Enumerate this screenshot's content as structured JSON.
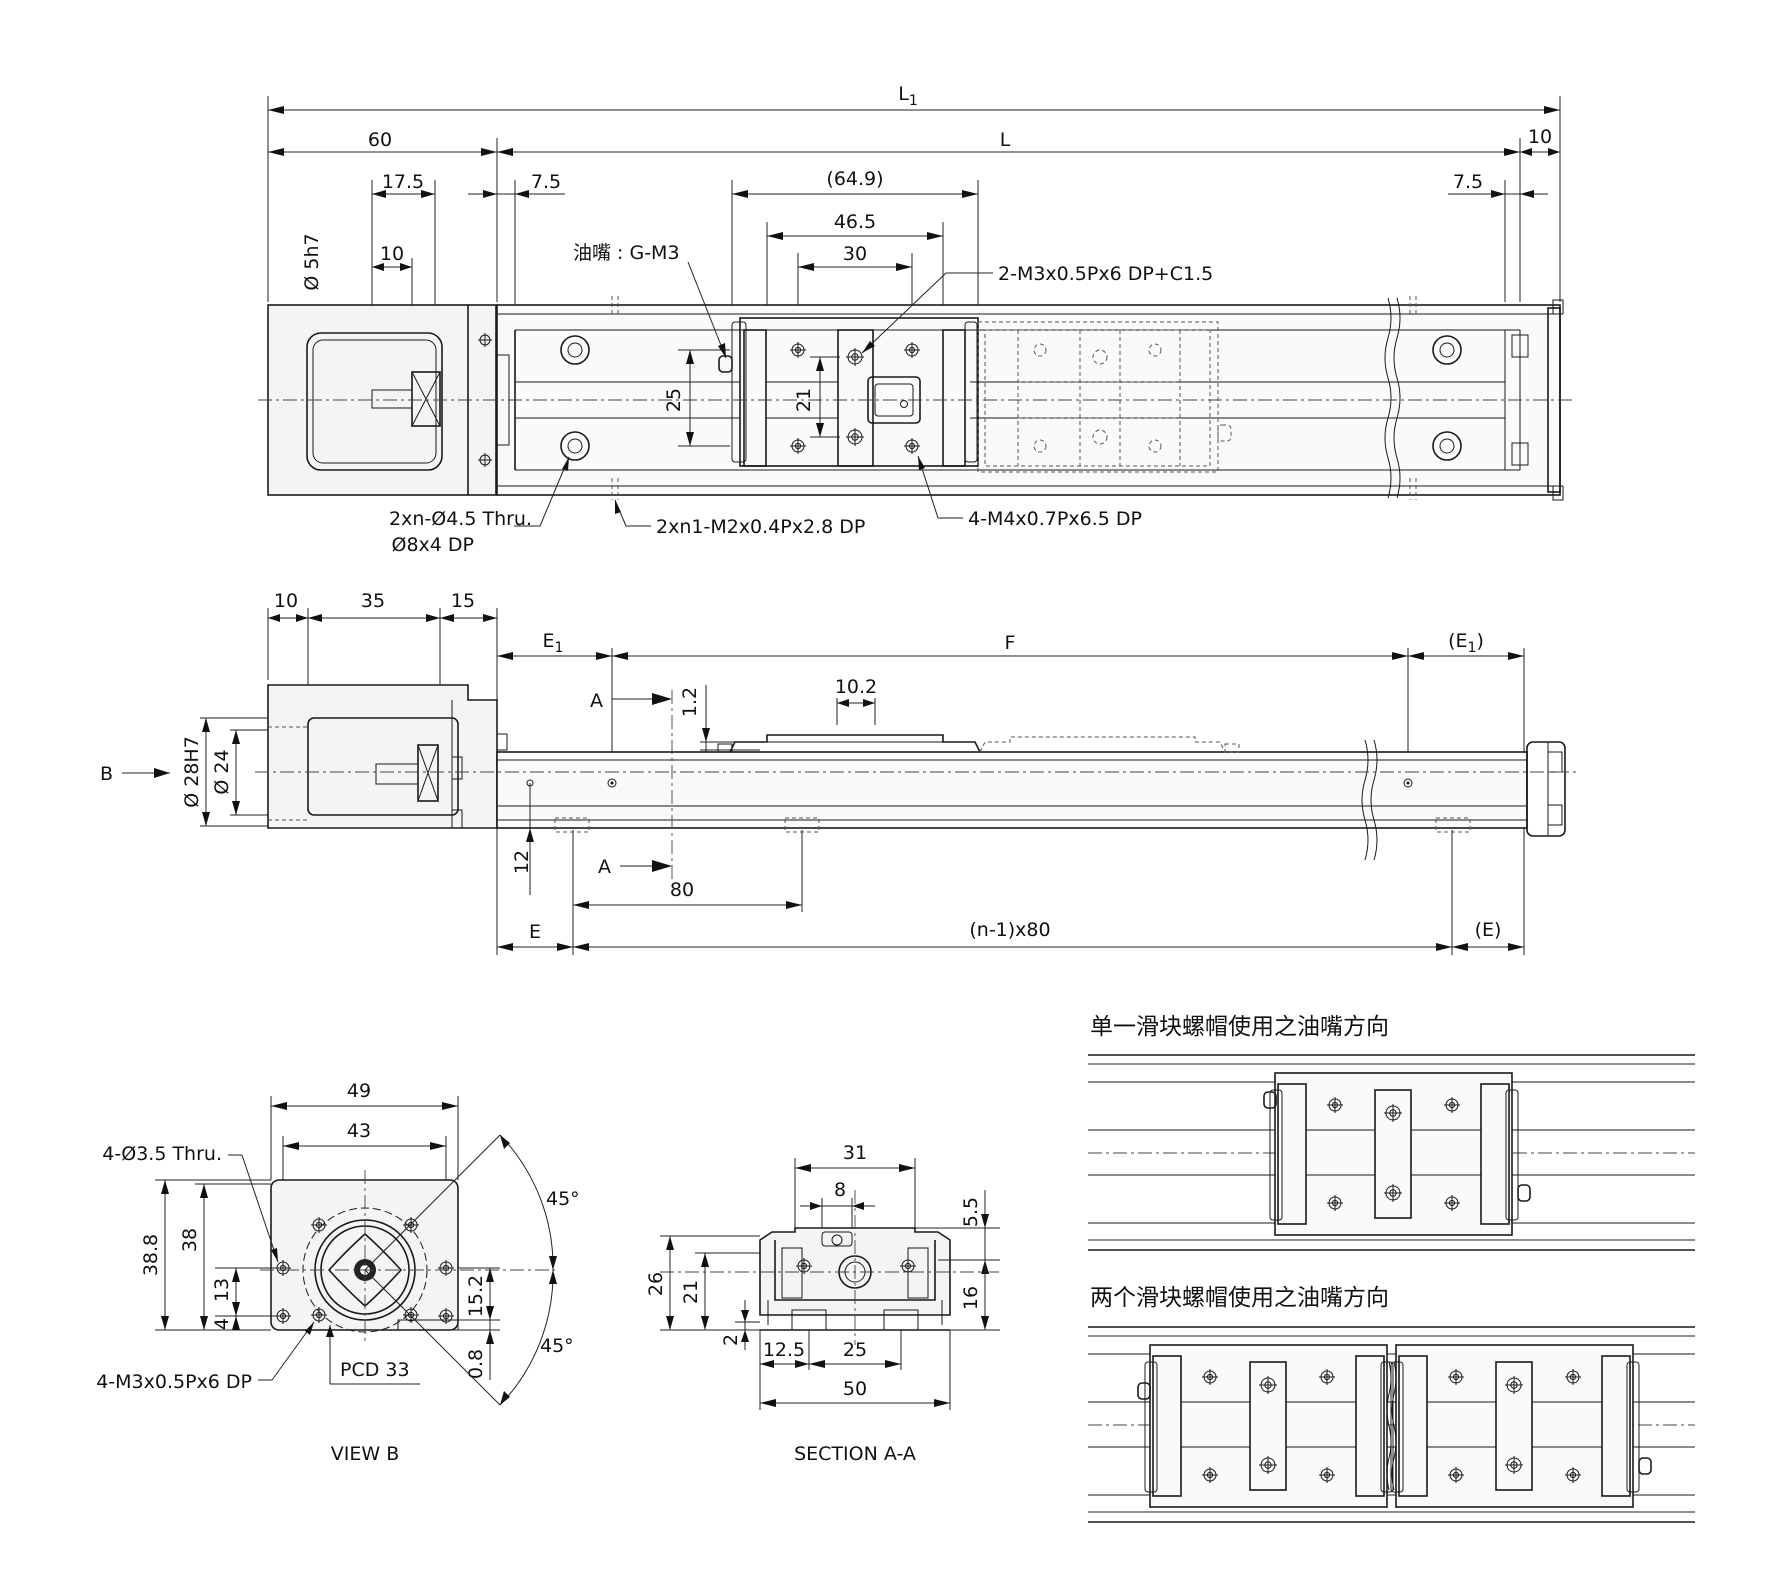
{
  "top_view": {
    "dim_L1": "L",
    "dim_L1_sub": "1",
    "dim_60": "60",
    "dim_L": "L",
    "dim_10_right": "10",
    "dim_17_5": "17.5",
    "dim_7_5_left": "7.5",
    "dim_64_9": "(64.9)",
    "dim_7_5_right": "7.5",
    "dim_46_5": "46.5",
    "dim_10_shaft": "10",
    "dim_30": "30",
    "dim_shaft_dia": "Ø 5h7",
    "dim_25": "25",
    "dim_21": "21",
    "callout_oil_nipple": "油嘴 : G-M3",
    "callout_m3": "2-M3x0.5Px6 DP+C1.5",
    "callout_thru_1": "2xn-Ø4.5 Thru.",
    "callout_thru_2": "Ø8x4 DP",
    "callout_m2": "2xn1-M2x0.4Px2.8 DP",
    "callout_m4": "4-M4x0.7Px6.5 DP"
  },
  "side_view": {
    "dim_10": "10",
    "dim_35": "35",
    "dim_15": "15",
    "dim_E1": "E",
    "dim_E1_sub": "1",
    "dim_F": "F",
    "dim_E1r": "(E",
    "dim_E1r_sub": "1",
    "dim_E1r_close": ")",
    "dim_10_2": "10.2",
    "dim_1_2": "1.2",
    "dim_28H7": "Ø 28H7",
    "dim_24": "Ø 24",
    "label_B": "B",
    "label_A_top": "A",
    "label_A_bottom": "A",
    "dim_12": "12",
    "dim_80": "80",
    "dim_E": "E",
    "dim_pitch": "(n-1)x80",
    "dim_E_right": "(E)"
  },
  "view_b": {
    "dim_49": "49",
    "dim_43": "43",
    "callout_thru": "4-Ø3.5 Thru.",
    "angle_top": "45°",
    "angle_bottom": "45°",
    "dim_38_8": "38.8",
    "dim_38": "38",
    "dim_13": "13",
    "dim_4": "4",
    "dim_15_2": "15.2",
    "dim_0_8": "0.8",
    "callout_m3": "4-M3x0.5Px6 DP",
    "callout_pcd": "PCD 33",
    "caption": "VIEW B"
  },
  "section_aa": {
    "dim_31": "31",
    "dim_8": "8",
    "dim_5_5": "5.5",
    "dim_26": "26",
    "dim_21": "21",
    "dim_16": "16",
    "dim_2": "2",
    "dim_12_5": "12.5",
    "dim_25": "25",
    "dim_50": "50",
    "caption": "SECTION A-A"
  },
  "oil_nipple_views": {
    "title_single": "单一滑块螺帽使用之油嘴方向",
    "title_double": "两个滑块螺帽使用之油嘴方向"
  }
}
